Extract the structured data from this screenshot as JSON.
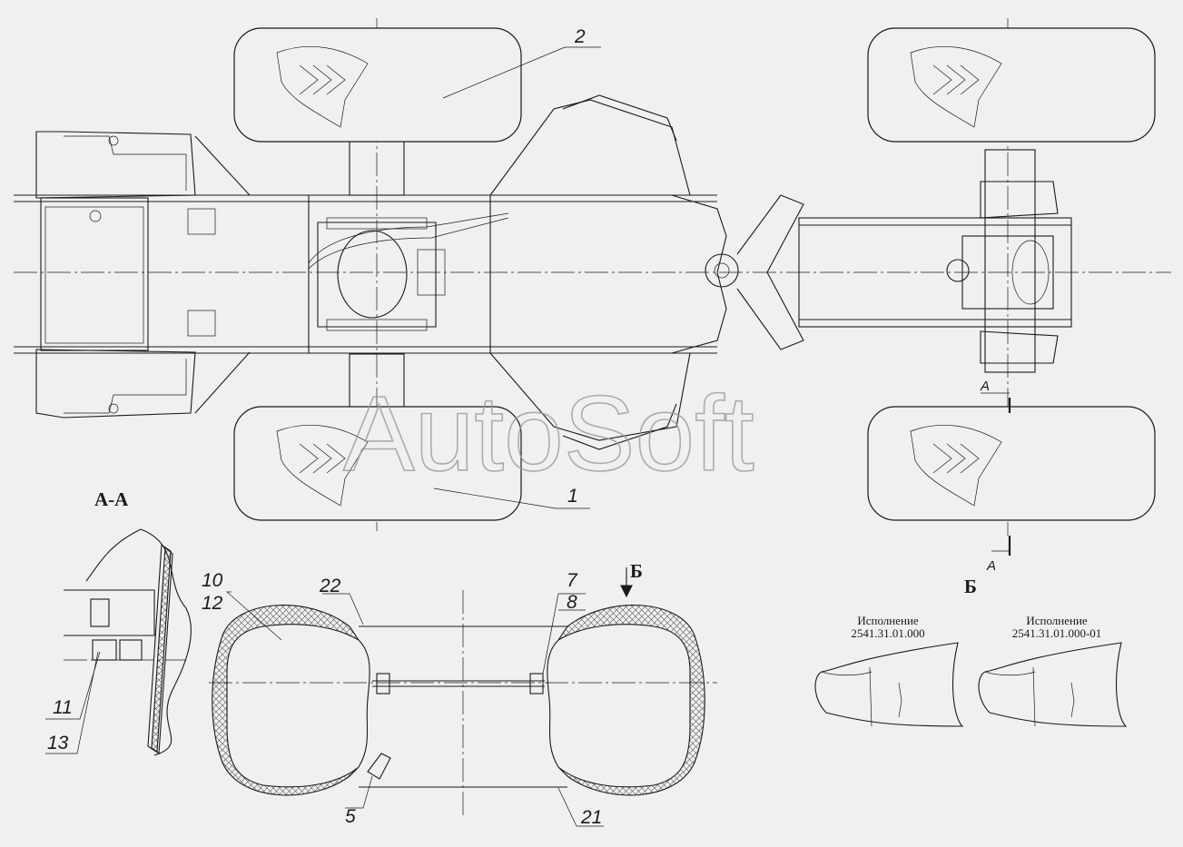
{
  "watermark": "AutoSoft",
  "callouts": {
    "c1": "1",
    "c2": "2",
    "c5": "5",
    "c7": "7",
    "c8": "8",
    "c10": "10",
    "c11": "11",
    "c12": "12",
    "c13": "13",
    "c21": "21",
    "c22": "22"
  },
  "sections": {
    "aa_title": "А-А",
    "b_title": "Б",
    "b_arrow": "Б",
    "a_mark_top": "А",
    "a_mark_bottom": "А"
  },
  "variants": [
    {
      "label": "Исполнение",
      "code": "2541.31.01.000"
    },
    {
      "label": "Исполнение",
      "code": "2541.31.01.000-01"
    }
  ]
}
